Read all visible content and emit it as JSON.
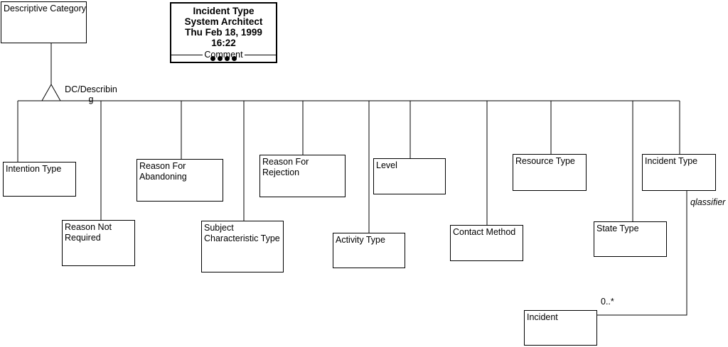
{
  "diagram": {
    "root_label": "Descriptive Category",
    "title_block": {
      "lines": [
        "Incident Type",
        "System Architect",
        "Thu Feb 18, 1999",
        "16:22"
      ],
      "section_label": "Comment",
      "dot_count": 4
    },
    "relationship_label": "DC/Describin\ng",
    "nodes": [
      {
        "id": "intention-type",
        "label": "Intention Type"
      },
      {
        "id": "reason-not-required",
        "label": "Reason Not\nRequired"
      },
      {
        "id": "reason-for-abandoning",
        "label": "Reason For\nAbandoning"
      },
      {
        "id": "subject-characteristic-type",
        "label": "Subject\nCharacteristic Type"
      },
      {
        "id": "reason-for-rejection",
        "label": "Reason For\nRejection"
      },
      {
        "id": "level",
        "label": "Level"
      },
      {
        "id": "activity-type",
        "label": "Activity Type"
      },
      {
        "id": "contact-method",
        "label": "Contact Method"
      },
      {
        "id": "resource-type",
        "label": "Resource Type"
      },
      {
        "id": "state-type",
        "label": "State Type"
      },
      {
        "id": "incident-type",
        "label": "Incident Type"
      },
      {
        "id": "incident",
        "label": "Incident"
      }
    ],
    "association": {
      "multiplicity": "0..*",
      "role_label": "qlassifier"
    },
    "colors": {
      "background": "#ffffff",
      "line": "#000000",
      "text": "#000000"
    }
  }
}
